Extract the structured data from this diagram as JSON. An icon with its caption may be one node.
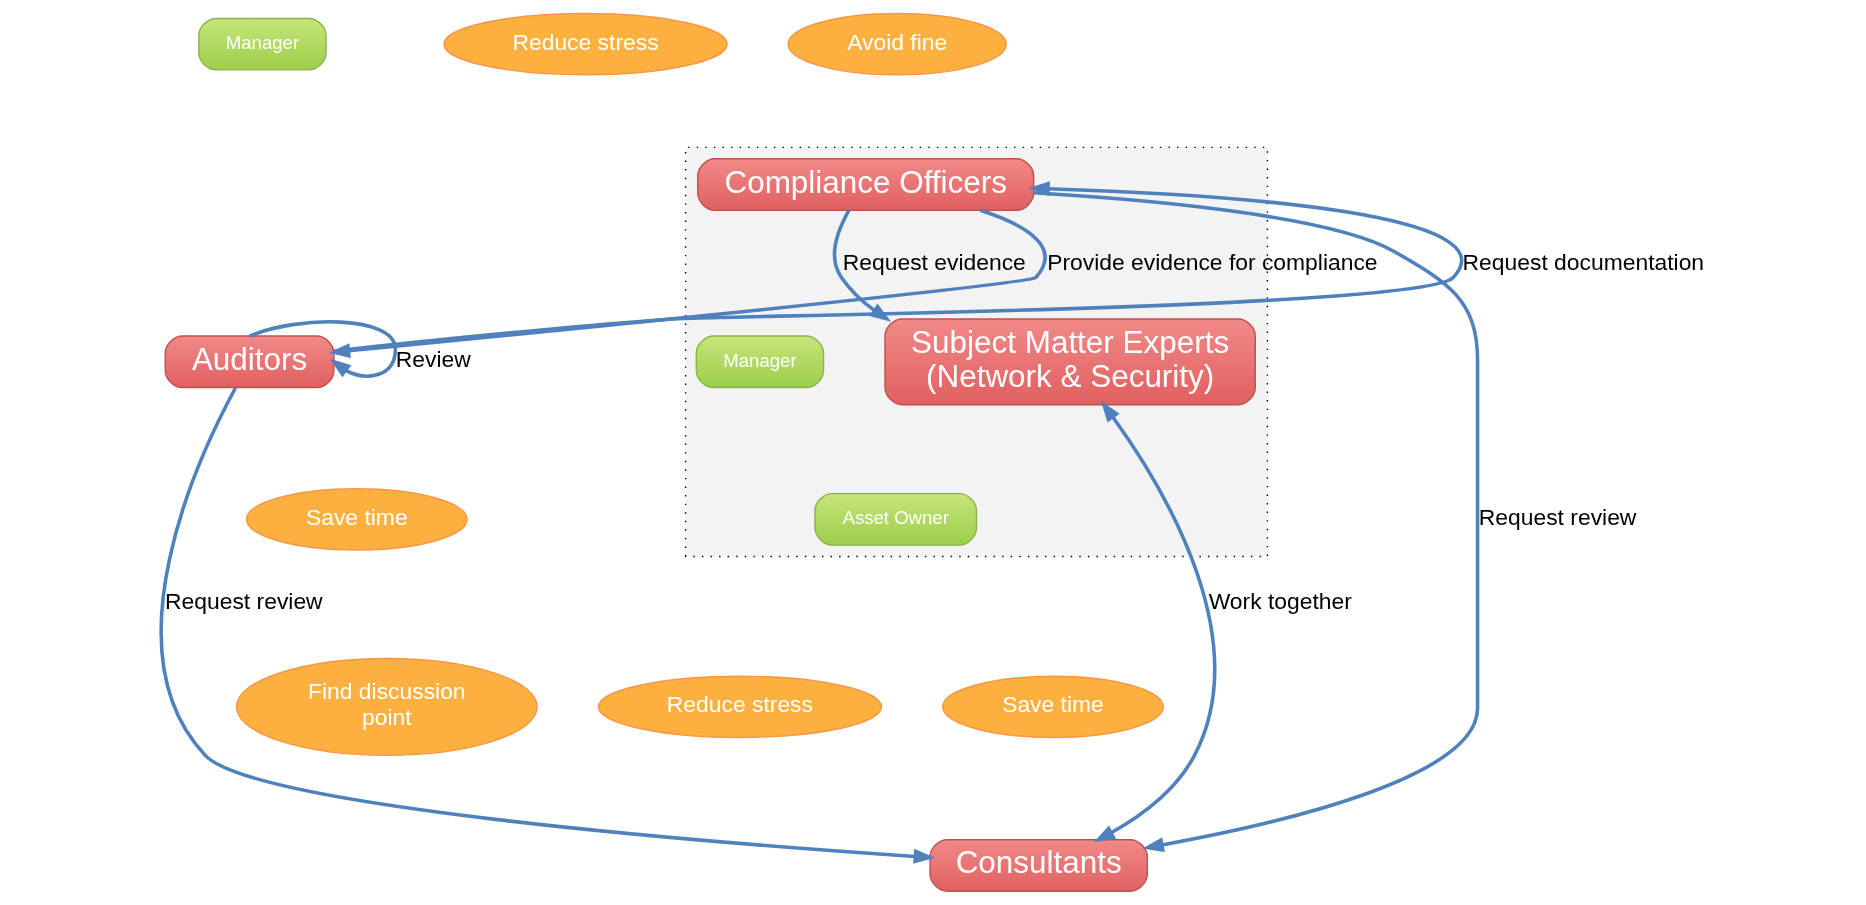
{
  "diagram": {
    "nodes": [
      {
        "text": [],
        "shape": "box"
      },
      {
        "text": [
          "Reduce stress"
        ]
      },
      {
        "text": [
          "Avoid fine"
        ]
      },
      {
        "text": [
          "Manager"
        ]
      },
      {
        "text": [
          "Compliance Officers"
        ],
        "in": 0
      },
      {
        "text": [
          "Auditors"
        ]
      },
      {
        "text": [
          "Save time"
        ]
      },
      {
        "text": [
          "Find discussion point"
        ]
      },
      {
        "text": [
          "Manager"
        ],
        "in": 0
      },
      {
        "text": [
          "Asset Owner"
        ],
        "in": 0
      },
      {
        "text": [
          "Save time"
        ]
      },
      {
        "text": [
          "Reduce stress"
        ]
      },
      {
        "text": [
          "Subject Matter Experts (Network & Security)"
        ],
        "in": 0
      },
      {
        "text": [
          "Consultants"
        ]
      }
    ],
    "edges": [
      {
        "from": 5,
        "to": 4,
        "arrow": "to",
        "label": "Request documentation"
      },
      {
        "from": 4,
        "to": 5,
        "arrow": "to",
        "label": "Provide evidence for compliance"
      },
      {
        "from": 5,
        "to": 5,
        "arrow": "to",
        "label": "Review"
      },
      {
        "from": 4,
        "to": 12,
        "arrow": "to",
        "label": "Request evidence"
      },
      {
        "from": 4,
        "to": 13,
        "arrow": "to",
        "label": "Request review"
      },
      {
        "from": 5,
        "to": 13,
        "arrow": "to",
        "label": "Request review"
      },
      {
        "from": 12,
        "to": 13,
        "arrow": "both",
        "label": "Work together"
      }
    ]
  }
}
